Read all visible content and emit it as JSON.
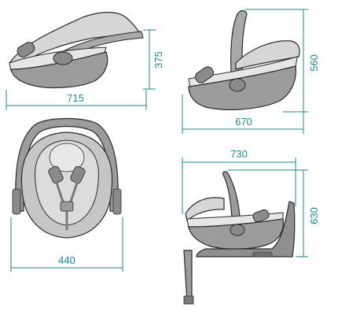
{
  "colors": {
    "dimension_line": "#1a8a9c",
    "seat_shell": "#9c9c9c",
    "seat_fabric": "#d6d6d6",
    "outline": "#2b2b2b",
    "background": "#ffffff"
  },
  "views": [
    {
      "name": "side view, handle folded",
      "dimensions": {
        "length": "715",
        "height": "375"
      }
    },
    {
      "name": "side view, handle up",
      "dimensions": {
        "length": "670",
        "height": "560"
      }
    },
    {
      "name": "front view",
      "dimensions": {
        "width": "440"
      }
    },
    {
      "name": "side view on base",
      "dimensions": {
        "length": "730",
        "height": "630"
      }
    }
  ]
}
